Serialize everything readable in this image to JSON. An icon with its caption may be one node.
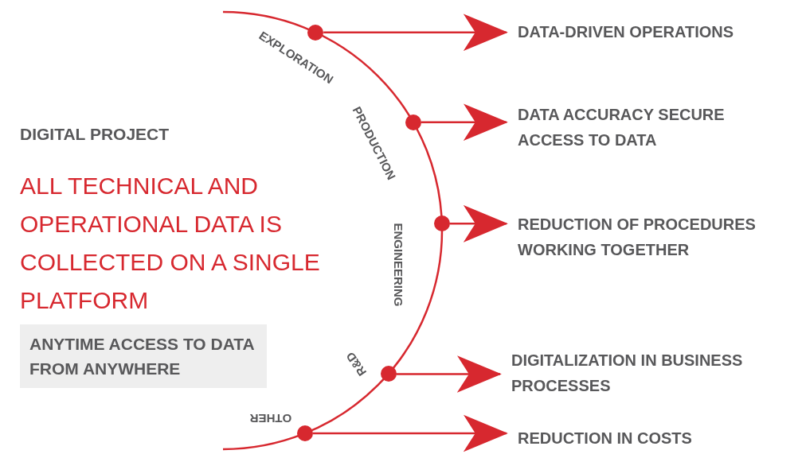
{
  "diagram": {
    "title": "DIGITAL PROJECT",
    "nodes": [
      {
        "text": [],
        "shape": "circle"
      },
      {
        "text": [],
        "shape": "circle"
      },
      {
        "text": [],
        "shape": "circle"
      },
      {
        "text": [],
        "shape": "circle"
      },
      {
        "text": [],
        "shape": "circle"
      },
      {
        "text": [
          "DATA-DRIVEN OPERATIONS"
        ]
      },
      {
        "text": [
          "DATA ACCURACY SECURE ACCESS TO DATA"
        ]
      },
      {
        "text": [
          "REDUCTION OF PROCEDURES WORKING TOGETHER"
        ]
      },
      {
        "text": [
          "DIGITALIZATION IN BUSINESS PROCESSES"
        ]
      },
      {
        "text": [
          "REDUCTION IN COSTS"
        ]
      },
      {
        "text": [
          "ANYTIME ACCESS TO DATA FROM ANYWHERE"
        ]
      }
    ],
    "edges": [
      {
        "from": 0,
        "to": 5,
        "arrow": "to"
      },
      {
        "from": 1,
        "to": 6,
        "arrow": "to"
      },
      {
        "from": 2,
        "to": 7,
        "arrow": "to"
      },
      {
        "from": 3,
        "to": 8,
        "arrow": "to"
      },
      {
        "from": 4,
        "to": 9,
        "arrow": "to"
      }
    ],
    "labels": [
      "ALL TECHNICAL AND OPERATIONAL DATA IS COLLECTED ON A SINGLE PLATFORM",
      "EXPLORATION",
      "PRODUCTION",
      "ENGINEERING",
      "R&D",
      "OTHER"
    ]
  }
}
